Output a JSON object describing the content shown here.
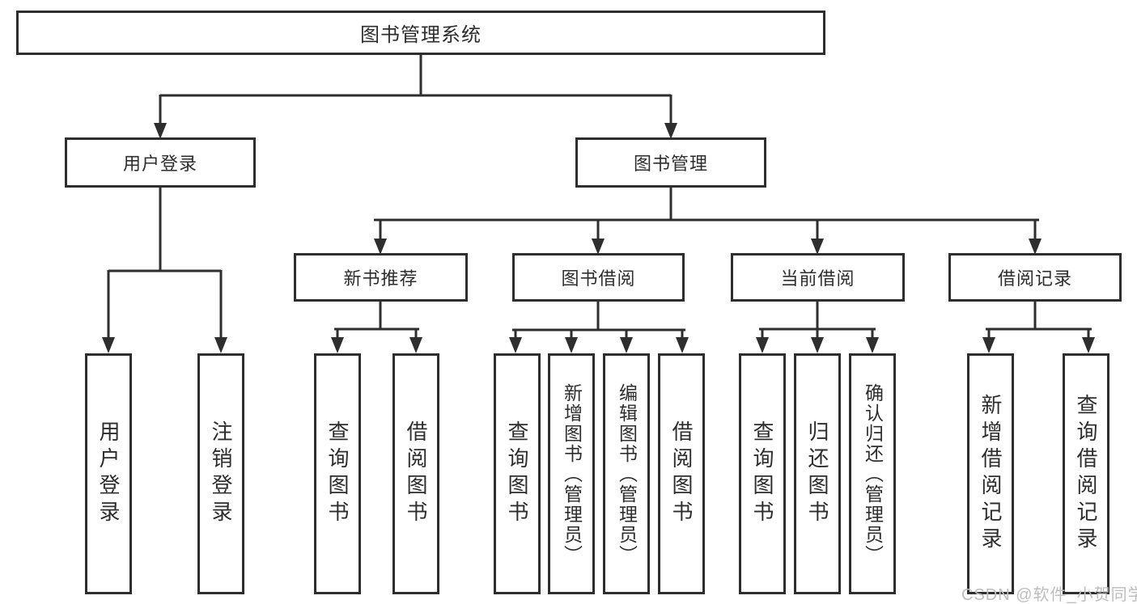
{
  "diagram_title": "图书管理系统",
  "colors": {
    "line": "#2e2e2e",
    "box_border": "#2e2e2e",
    "background": "#ffffff",
    "watermark": "#bdbdbd"
  },
  "tree": {
    "root": {
      "label": "图书管理系统"
    },
    "level2": [
      {
        "label": "用户登录",
        "children": [
          "用户登录",
          "注销登录"
        ]
      },
      {
        "label": "图书管理",
        "groups": [
          {
            "label": "新书推荐",
            "children": [
              "查询图书",
              "借阅图书"
            ]
          },
          {
            "label": "图书借阅",
            "children": [
              "查询图书",
              "新增图书（管理员）",
              "编辑图书（管理员）",
              "借阅图书"
            ]
          },
          {
            "label": "当前借阅",
            "children": [
              "查询图书",
              "归还图书",
              "确认归还（管理员）"
            ]
          },
          {
            "label": "借阅记录",
            "children": [
              "新增借阅记录",
              "查询借阅记录"
            ]
          }
        ]
      }
    ]
  },
  "watermark": {
    "text": "CSDN @软件_小贺同学"
  }
}
